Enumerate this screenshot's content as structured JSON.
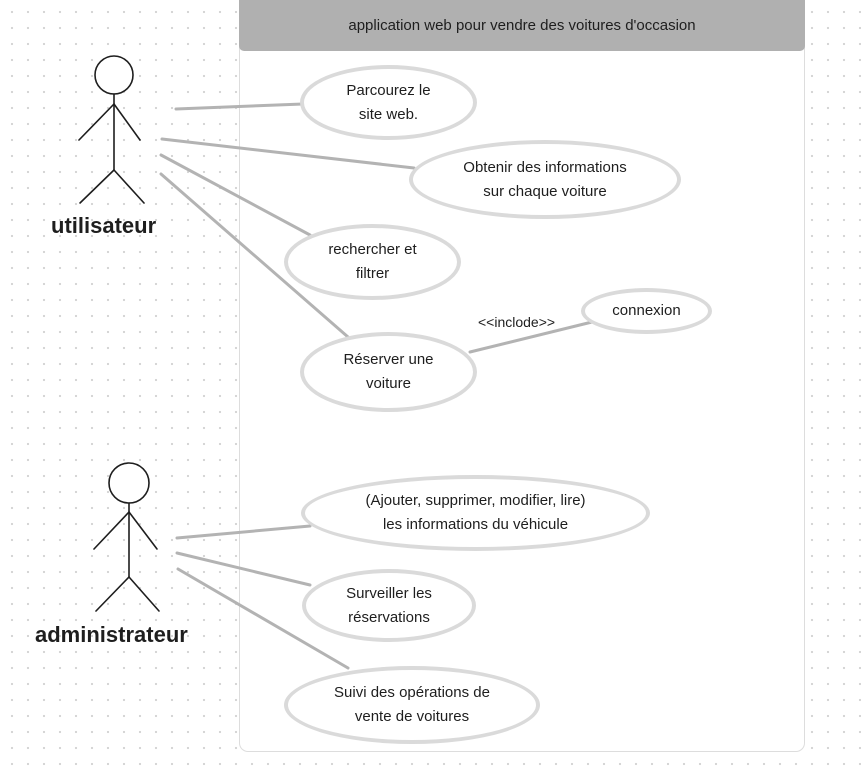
{
  "system": {
    "title": "application web pour vendre des voitures d'occasion"
  },
  "actors": [
    {
      "id": "utilisateur",
      "label": "utilisateur"
    },
    {
      "id": "administrateur",
      "label": "administrateur"
    }
  ],
  "use_cases": [
    {
      "id": "parcourir",
      "label": "Parcourez le\nsite web."
    },
    {
      "id": "informations",
      "label": "Obtenir des informations\nsur chaque voiture"
    },
    {
      "id": "rechercher",
      "label": "rechercher et\nfiltrer"
    },
    {
      "id": "reserver",
      "label": "Réserver une\nvoiture"
    },
    {
      "id": "connexion",
      "label": "connexion"
    },
    {
      "id": "gerer",
      "label": "(Ajouter, supprimer, modifier, lire)\nles informations du véhicule"
    },
    {
      "id": "surveiller",
      "label": "Surveiller les\nréservations"
    },
    {
      "id": "suivi",
      "label": "Suivi des opérations de\nvente de voitures"
    }
  ],
  "relations": [
    {
      "from": "utilisateur",
      "to": "parcourir"
    },
    {
      "from": "utilisateur",
      "to": "informations"
    },
    {
      "from": "utilisateur",
      "to": "rechercher"
    },
    {
      "from": "utilisateur",
      "to": "reserver"
    },
    {
      "from": "reserver",
      "to": "connexion",
      "label": "<<inclode>>"
    },
    {
      "from": "administrateur",
      "to": "gerer"
    },
    {
      "from": "administrateur",
      "to": "surveiller"
    },
    {
      "from": "administrateur",
      "to": "suivi"
    }
  ],
  "colors": {
    "header": "#b0b0b0",
    "line": "#b3b3b3",
    "ellipse_border": "#dadada",
    "text": "#1e1e1e"
  }
}
